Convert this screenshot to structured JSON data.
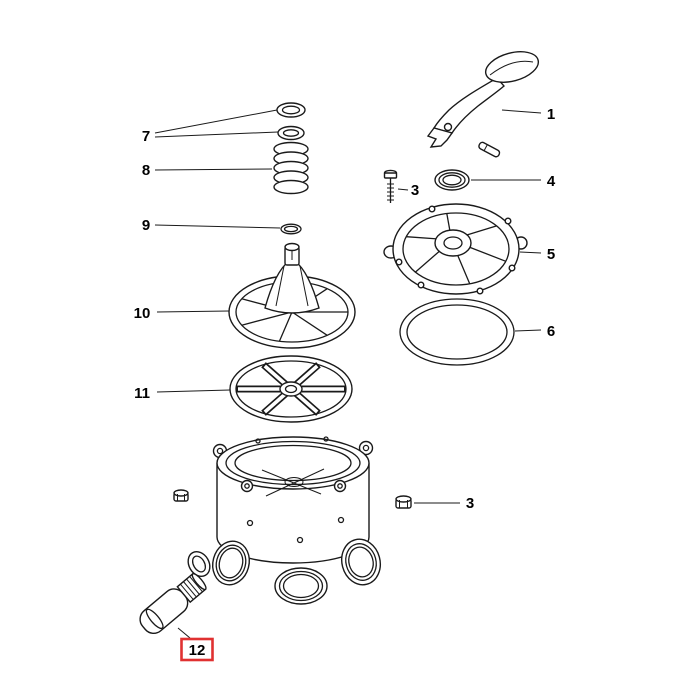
{
  "diagram": {
    "type": "exploded-parts-diagram",
    "background_color": "#ffffff",
    "line_color": "#1a1a1a",
    "highlight_color": "#e03131",
    "highlighted_part": "12",
    "callouts": {
      "part1": "1",
      "part3_top": "3",
      "part3_side": "3",
      "part4": "4",
      "part5": "5",
      "part6": "6",
      "part7": "7",
      "part8": "8",
      "part9": "9",
      "part10": "10",
      "part11": "11",
      "part12": "12"
    }
  }
}
